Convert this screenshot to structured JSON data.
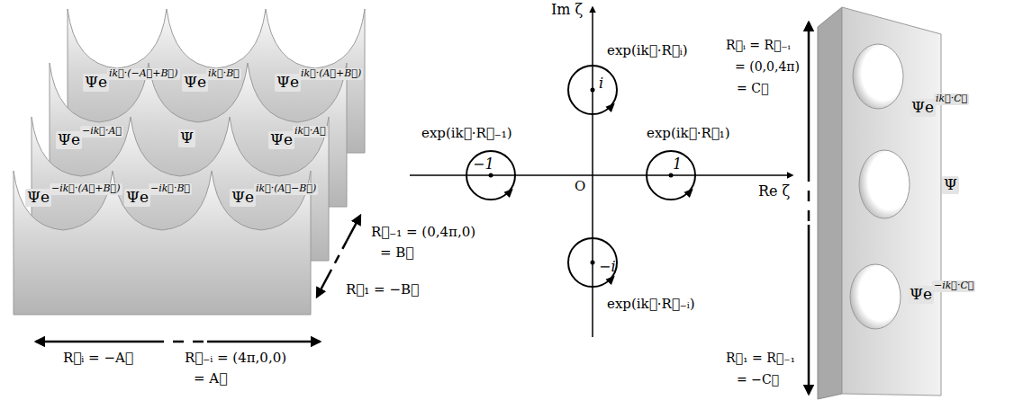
{
  "diagram": {
    "nodes": [
      {
        "text": [
          "i",
          "exp(ik⃗·R⃗ᵢ)"
        ]
      },
      {
        "text": [
          "−1",
          "exp(ik⃗·R⃗₋₁)"
        ]
      },
      {
        "text": [
          "1",
          "exp(ik⃗·R⃗₁)"
        ]
      },
      {
        "text": [
          "−i",
          "exp(ik⃗·R⃗₋ᵢ)"
        ]
      }
    ],
    "labels": [
      "Ψe",
      "ik⃗·(−A⃗+B⃗)",
      "Ψe",
      "ik⃗·B⃗",
      "Ψe",
      "ik⃗·(A⃗+B⃗)",
      "Ψe",
      "−ik⃗·A⃗",
      "Ψ",
      "Ψe",
      "ik⃗·A⃗",
      "Ψe",
      "−ik⃗·(A⃗+B⃗)",
      "Ψe",
      "−ik⃗·B⃗",
      "Ψe",
      "ik⃗·(A⃗−B⃗)",
      "R⃗ᵢ = −A⃗",
      "R⃗₋ᵢ = (4π,0,0)",
      "= A⃗",
      "R⃗₋₁ = (0,4π,0)",
      "= B⃗",
      "R⃗₁ = −B⃗",
      "Im ζ",
      "Re ζ",
      "O",
      "R⃗ᵢ = R⃗₋ᵢ",
      "= (0,0,4π)",
      "= C⃗",
      "R⃗₁ = R⃗₋₁",
      "= −C⃗",
      "Ψe",
      "ik⃗·C⃗",
      "Ψ",
      "Ψe",
      "−ik⃗·C⃗"
    ]
  }
}
